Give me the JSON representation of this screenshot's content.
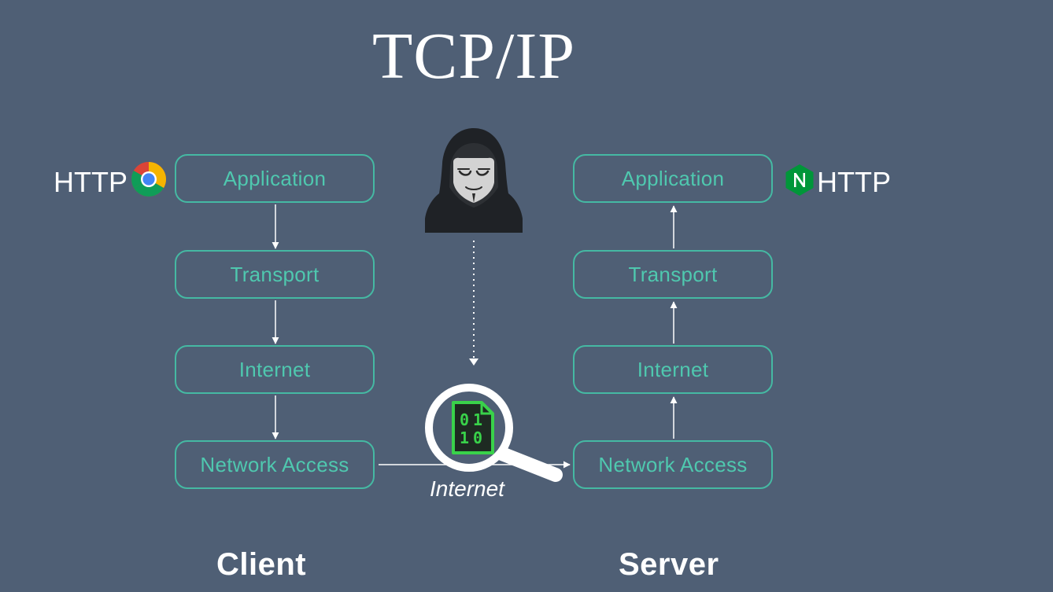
{
  "title": "TCP/IP",
  "client": {
    "label": "Client",
    "protocol": "HTTP",
    "browser_icon": "chrome-icon",
    "layers": [
      "Application",
      "Transport",
      "Internet",
      "Network Access"
    ]
  },
  "server": {
    "label": "Server",
    "protocol": "HTTP",
    "server_icon": "nginx-icon",
    "layers": [
      "Application",
      "Transport",
      "Internet",
      "Network Access"
    ]
  },
  "network": {
    "label": "Internet",
    "attacker_icon": "hooded-hacker-icon",
    "inspect_icon": "magnifier-binary-file-icon",
    "binary_digits": [
      "0",
      "1",
      "1",
      "0"
    ]
  },
  "colors": {
    "background": "#4f5f75",
    "layer_border": "#45b9a3",
    "layer_text": "#4fc8af",
    "text": "#ffffff",
    "binary_green": "#39d24a",
    "nginx_green": "#009639"
  }
}
